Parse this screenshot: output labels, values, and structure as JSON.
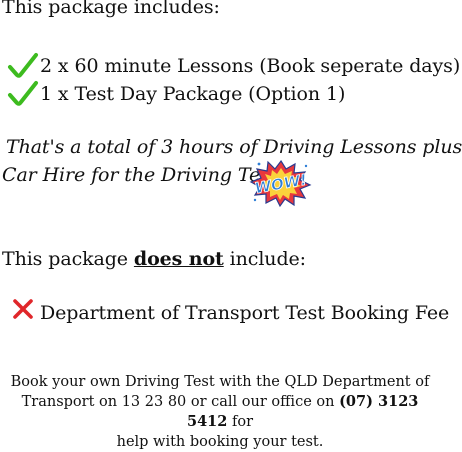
{
  "intro": "This package includes:",
  "included_items": [
    {
      "icon": "check-icon",
      "text": "2 x 60 minute Lessons (Book seperate days)"
    },
    {
      "icon": "check-icon",
      "text": "1 x Test Day Package (Option 1)"
    }
  ],
  "promo": {
    "line1": "That's a total of 3 hours of Driving Lessons plus",
    "line2": "Car Hire for the Driving Test",
    "badge_text": "WOW!"
  },
  "excluded_intro": {
    "before": "This package ",
    "emphasis": "does not",
    "after": " include:"
  },
  "excluded_items": [
    {
      "icon": "cross-icon",
      "text": "Department of Transport Test Booking Fee"
    }
  ],
  "note": {
    "line1": "Book your own Driving Test with the QLD Department of",
    "line2_before": "Transport on 13 23 80 or call our office on ",
    "phone": "(07) 3123 5412",
    "line2_after": " for",
    "line3": "help with booking your test."
  },
  "colors": {
    "check": "#3dbb1f",
    "cross": "#e0262a",
    "text": "#111111",
    "wow_fill": "#2f7fd6",
    "wow_burst": "#e8383d"
  }
}
